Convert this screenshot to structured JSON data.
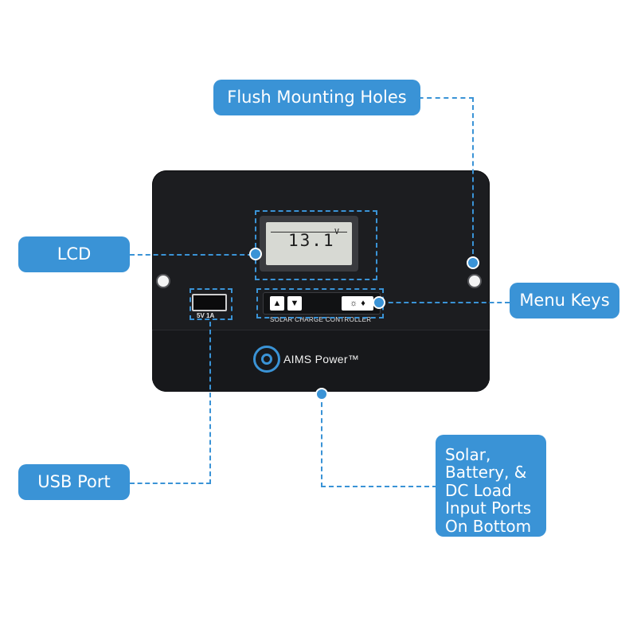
{
  "callouts": {
    "mounting_holes": "Flush Mounting Holes",
    "lcd": "LCD",
    "menu_keys": "Menu Keys",
    "usb_port": "USB Port",
    "bottom_ports": [
      "Solar,",
      "Battery, &",
      "DC Load",
      "Input Ports",
      "On Bottom"
    ]
  },
  "device": {
    "display_reading": "13.1",
    "display_unit": "V",
    "panel_label": "SOLAR CHARGE CONTROLLER",
    "usb_label": "5V 1A",
    "brand": "AIMS Power™",
    "key_up": "▲",
    "key_down": "▼",
    "key_light": "☼",
    "key_bulb": "♦"
  },
  "colors": {
    "callout": "#3a93d6",
    "device_body": "#1c1d20",
    "lcd": "#d7d9d3"
  }
}
